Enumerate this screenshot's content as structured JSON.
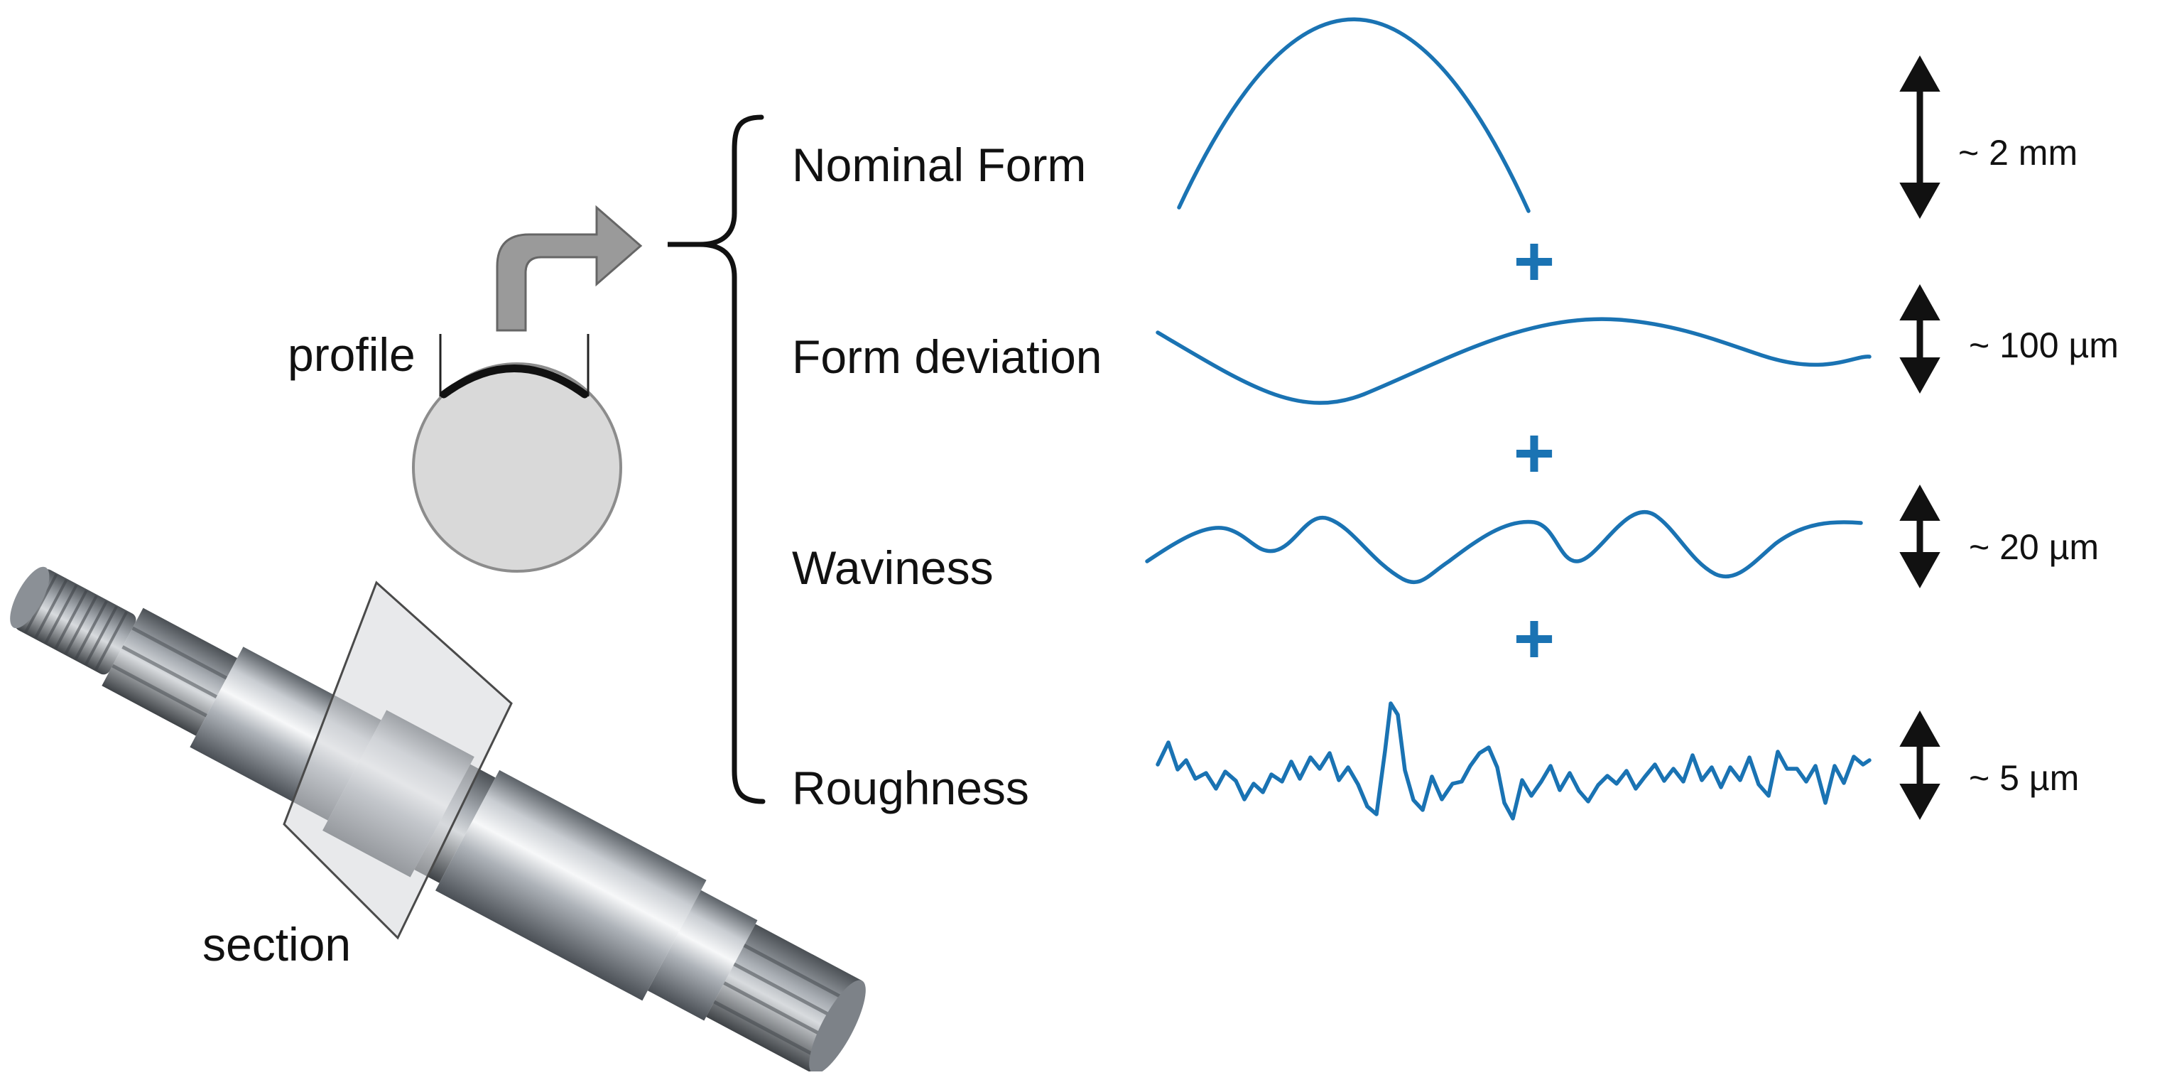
{
  "profile_label": "profile",
  "section_label": "section",
  "components": [
    {
      "label": "Nominal Form",
      "magnitude": "~ 2 mm"
    },
    {
      "label": "Form deviation",
      "magnitude": "~ 100 µm"
    },
    {
      "label": "Waviness",
      "magnitude": "~ 20 µm"
    },
    {
      "label": "Roughness",
      "magnitude": "~ 5 µm"
    }
  ],
  "plus_sign": "+",
  "colors": {
    "curve": "#1a73b3",
    "plus": "#1a73b3",
    "disc_fill": "#d9d9d9",
    "arrow_fill": "#9a9a9a",
    "text": "#111111"
  }
}
